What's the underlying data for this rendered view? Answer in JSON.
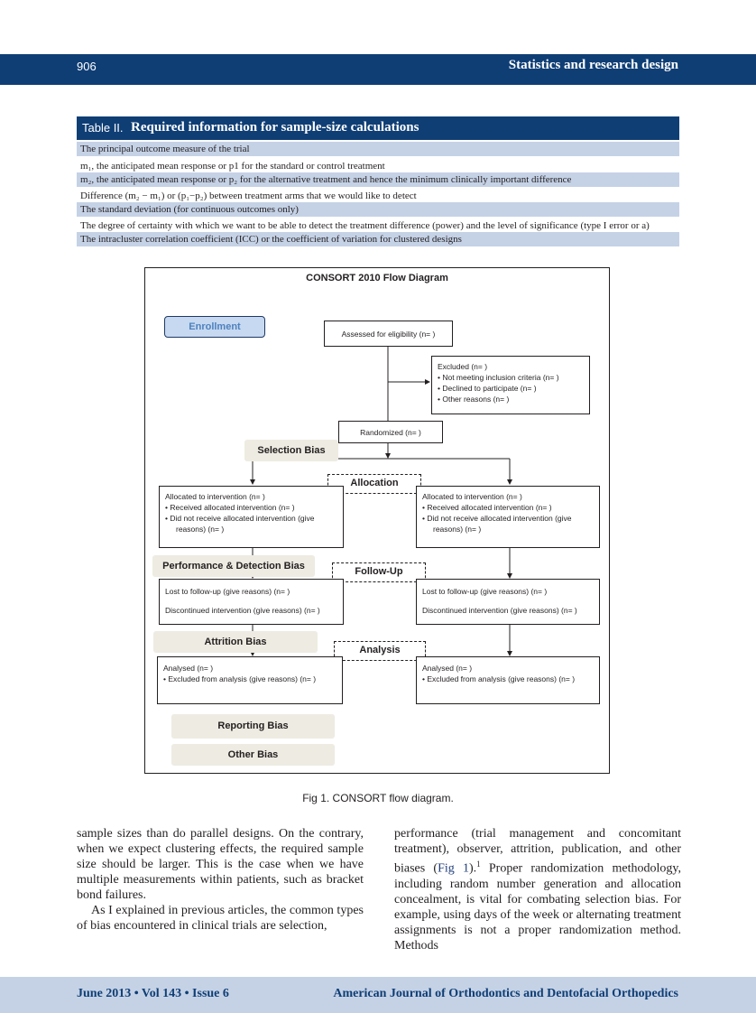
{
  "header": {
    "page_number": "906",
    "section": "Statistics and research design"
  },
  "table": {
    "label": "Table II.",
    "caption": "Required information for sample-size calculations",
    "rows": [
      "The principal outcome measure of the trial",
      "m₁, the anticipated mean response or p1 for the standard or control treatment",
      "m₂, the anticipated mean response or p₂ for the alternative treatment and hence the minimum clinically important difference",
      "Difference (m₂ − m₁) or (p₁−p₂) between treatment arms that we would like to detect",
      "The standard deviation (for continuous outcomes only)",
      "The degree of certainty with which we want to be able to detect the treatment difference (power) and the level of significance (type I error or a)",
      "The intracluster correlation coefficient (ICC) or the coefficient of variation for clustered designs"
    ]
  },
  "diagram": {
    "title": "CONSORT 2010 Flow Diagram",
    "enrollment": "Enrollment",
    "assessed": "Assessed for eligibility (n=  )",
    "excluded": {
      "title": "Excluded  (n=   )",
      "items": [
        "Not meeting inclusion criteria (n=  )",
        "Declined to participate (n=  )",
        "Other reasons (n=  )"
      ]
    },
    "randomized": "Randomized (n=  )",
    "stages": {
      "allocation": "Allocation",
      "followup": "Follow-Up",
      "analysis": "Analysis"
    },
    "biases": {
      "selection": "Selection Bias",
      "performance": "Performance & Detection Bias",
      "attrition": "Attrition Bias",
      "reporting": "Reporting Bias",
      "other": "Other Bias"
    },
    "allocation_box": {
      "title": "Allocated to intervention (n=  )",
      "item1": "Received allocated intervention (n=  )",
      "item2": "Did not receive allocated intervention (give",
      "item2b": "reasons) (n=  )"
    },
    "followup_box": {
      "line1": "Lost to follow-up (give reasons) (n=  )",
      "line2": "Discontinued intervention (give reasons) (n=  )"
    },
    "analysis_box": {
      "title": "Analysed  (n=  )",
      "item1": "Excluded from analysis (give reasons) (n=  )"
    }
  },
  "figure_caption": "Fig 1. CONSORT flow diagram.",
  "body": {
    "left_p1": "sample sizes than do parallel designs. On the contrary, when we expect clustering effects, the required sample size should be larger. This is the case when we have multiple measurements within patients, such as bracket bond failures.",
    "left_p2": "As I explained in previous articles, the common types of bias encountered in clinical trials are selection,",
    "right_p1a": "performance (trial management and concomitant treatment), observer, attrition, publication, and other biases (",
    "right_fig_ref": "Fig 1",
    "right_p1b": ").",
    "right_sup": "1",
    "right_p1c": " Proper randomization methodology, including random number generation and allocation concealment, is vital for combating selection bias. For example, using days of the week or alternating treatment assignments is not a proper randomization method. Methods"
  },
  "footer": {
    "left": "June 2013 • Vol 143 • Issue 6",
    "right": "American Journal of Orthodontics and Dentofacial Orthopedics"
  }
}
